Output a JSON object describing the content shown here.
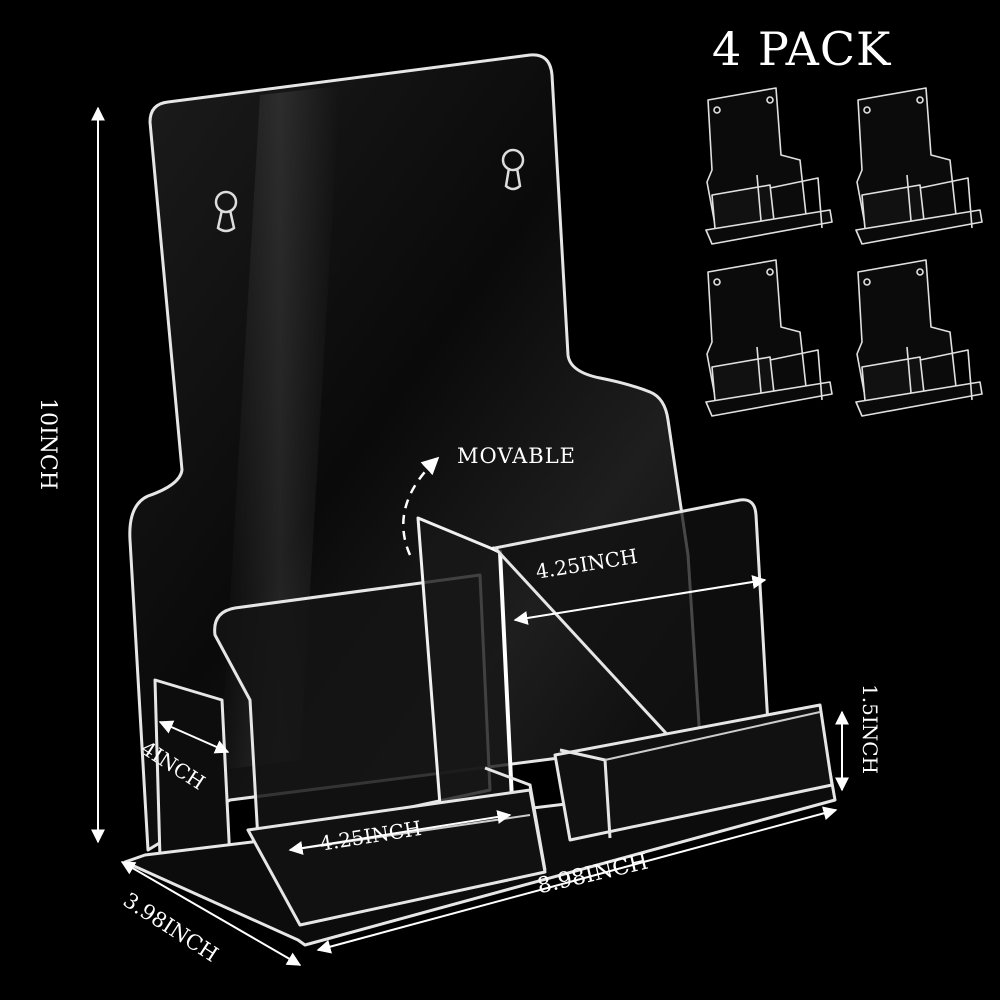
{
  "header": {
    "pack_label": "4 PACK"
  },
  "product": {
    "annotations": {
      "movable": "MOVABLE",
      "pocket_width_top": "4.25INCH",
      "pocket_width_bottom": "4.25INCH",
      "pocket_depth": "4INCH",
      "height": "10INCH",
      "base_depth": "3.98INCH",
      "base_width": "8.98INCH",
      "front_height": "1.5INCH"
    }
  },
  "thumbnails": {
    "count": 4
  },
  "colors": {
    "background": "#000000",
    "acrylic_edge": "#e8e8e8",
    "text": "#ffffff"
  }
}
